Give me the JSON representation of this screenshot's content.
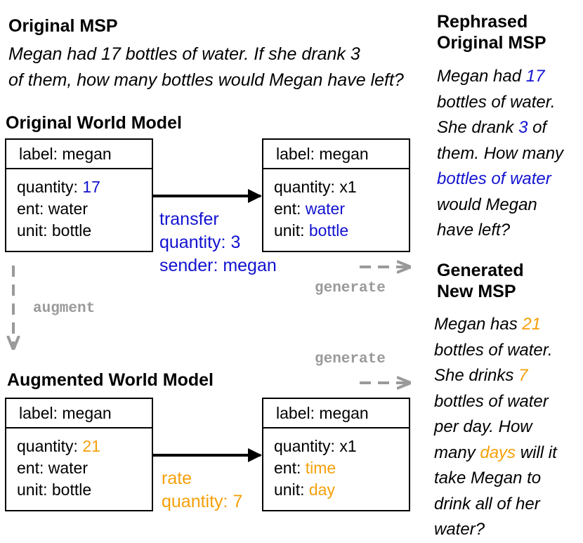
{
  "original_msp": {
    "title": "Original MSP",
    "line1": "Megan had 17 bottles of water. If she drank 3",
    "line2": "of them, how many bottles would Megan have left?"
  },
  "original_world_model": {
    "title": "Original World Model",
    "source": {
      "label": "label: megan",
      "quantity_key": "quantity:",
      "quantity_value": "17",
      "ent_key": "ent:",
      "ent_value": "water",
      "unit_key": "unit:",
      "unit_value": "bottle"
    },
    "target": {
      "label": "label: megan",
      "quantity": "quantity: x1",
      "ent_key": "ent:",
      "ent_value": "water",
      "unit_key": "unit:",
      "unit_value": "bottle"
    },
    "relation": [
      "transfer",
      "quantity: 3",
      "sender: megan"
    ]
  },
  "augment_label": "augment",
  "generate_top": "generate",
  "generate_bottom": "generate",
  "augmented_world_model": {
    "title": "Augmented World Model",
    "source": {
      "label": "label: megan",
      "quantity_key": "quantity:",
      "quantity_value": "21",
      "ent": "ent: water",
      "unit": "unit: bottle"
    },
    "target": {
      "label": "label: megan",
      "quantity": "quantity: x1",
      "ent_key": "ent:",
      "ent_value": "time",
      "unit_key": "unit:",
      "unit_value": "day"
    },
    "relation": [
      "rate",
      "quantity: 7"
    ]
  },
  "rephrased": {
    "title_line1": "Rephrased",
    "title_line2": "Original MSP",
    "l1": "Megan had",
    "l1_hl": "17",
    "l2": "bottles of water.",
    "l3a": "She drank",
    "l3_hl": "3",
    "l3b": "of",
    "l4": "them. How many",
    "l5_hl": "bottles of water",
    "l6": "would Megan",
    "l7": "have left?"
  },
  "generated": {
    "title_line1": "Generated",
    "title_line2": "New MSP",
    "l1": "Megan has",
    "l1_hl": "21",
    "l2": "bottles of water.",
    "l3": "She drinks",
    "l3_hl": "7",
    "l4": "bottles of water",
    "l5": "per day. How",
    "l6a": "many",
    "l6_hl": "days",
    "l6b": "will it",
    "l7": "take Megan to",
    "l8": "drink all of her",
    "l9": "water?"
  },
  "colors": {
    "highlight_original": "#1212d0",
    "highlight_generated": "#f5a00a",
    "connector_gray": "#9a9a9a"
  }
}
